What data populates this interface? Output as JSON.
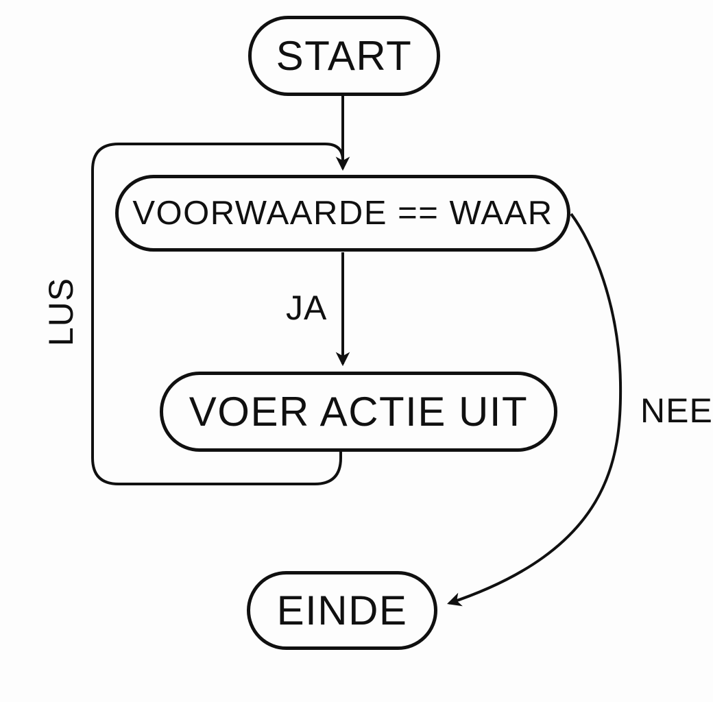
{
  "diagram": {
    "type": "flowchart",
    "background_color": "#fdfdfd",
    "line_color": "#101010",
    "nodes": [
      {
        "id": "start",
        "label": "START",
        "shape": "rounded-rect"
      },
      {
        "id": "condition",
        "label": "VOORWAARDE == WAAR",
        "shape": "rounded-rect"
      },
      {
        "id": "action",
        "label": "VOER ACTIE UIT",
        "shape": "rounded-rect"
      },
      {
        "id": "end",
        "label": "EINDE",
        "shape": "rounded-rect"
      }
    ],
    "edges": [
      {
        "from": "start",
        "to": "condition",
        "label": ""
      },
      {
        "from": "condition",
        "to": "action",
        "label": "JA"
      },
      {
        "from": "action",
        "to": "condition",
        "label": "LUS",
        "style": "loop-left"
      },
      {
        "from": "condition",
        "to": "end",
        "label": "NEE",
        "style": "curve-right"
      }
    ],
    "labels": {
      "ja": "JA",
      "nee": "NEE",
      "lus": "LUS"
    }
  }
}
